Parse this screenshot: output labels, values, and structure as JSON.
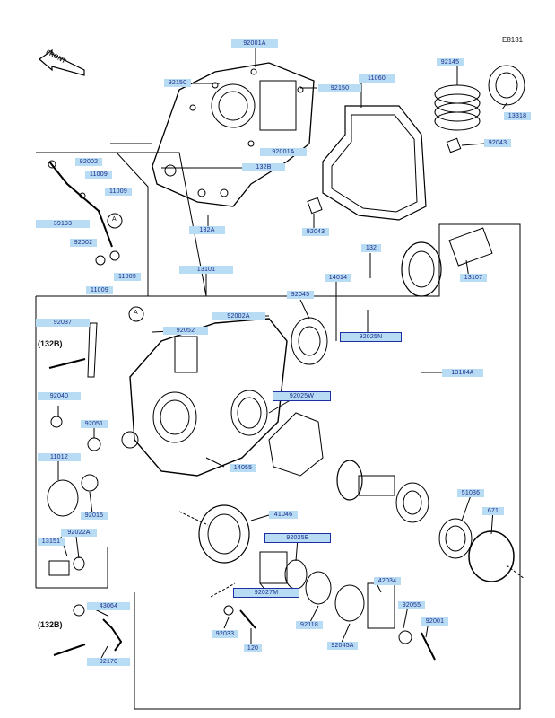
{
  "diagram_code": "E8131",
  "front_label": "FRONT",
  "refs": {
    "a_marker": "A",
    "bolt_ref_top": "(132B)",
    "bolt_ref_bottom": "(132B)"
  },
  "labels": {
    "p92001a_top": "92001A",
    "p92150_left": "92150",
    "p92150_right": "92150",
    "p11060": "11060",
    "p92145": "92145",
    "p13318": "13318",
    "p92043_right": "92043",
    "p132b_cover": "132B",
    "p92001a_mid": "92001A",
    "p132a": "132A",
    "p92043_mid": "92043",
    "p132_gear": "132",
    "p13107": "13107",
    "p92002_top": "92002",
    "p11009_a": "11009",
    "p11009_b": "11009",
    "p39193": "39193",
    "p92002_low": "92002",
    "p11009_c": "11009",
    "p11009_d": "11009",
    "p13101": "13101",
    "p14014": "14014",
    "p92045": "92045",
    "p92025n": "92025N",
    "p92037": "92037",
    "p92002a": "92002A",
    "p92052": "92052",
    "p13104": "13104A",
    "p92040": "92040",
    "p92025w": "92025W",
    "p92051": "92051",
    "p11012": "11012",
    "p14055": "14055",
    "p92015": "92015",
    "p51036": "51036",
    "p671": "671",
    "p92022a": "92022A",
    "p41046": "41046",
    "p92025e": "92025E",
    "p13151": "13151",
    "p92027m": "92027M",
    "p42034": "42034",
    "p92055": "92055",
    "p43064": "43064",
    "p92001": "92001",
    "p92033": "92033",
    "p92118": "92118",
    "p120": "120",
    "p92045a": "92045A",
    "p92170": "92170"
  },
  "colors": {
    "tag_fill": "#b8dcf4",
    "tag_text": "#1a2c8c",
    "box_outline": "#1c2fa3",
    "line": "#000000"
  }
}
